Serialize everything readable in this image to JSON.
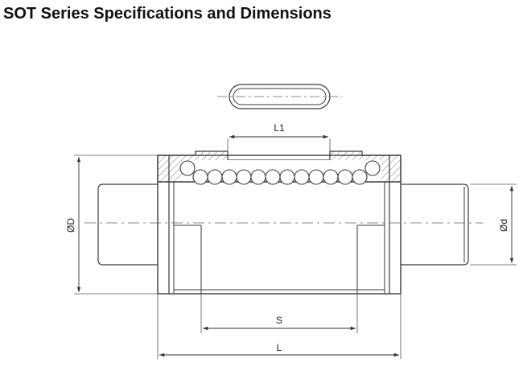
{
  "page": {
    "title": "SOT Series Specifications and Dimensions"
  },
  "drawing": {
    "line_color": "#3a3a3a",
    "dimension_labels": {
      "L1": "L1",
      "OD": "ØD",
      "od": "Ød",
      "S": "S",
      "L": "L"
    }
  }
}
